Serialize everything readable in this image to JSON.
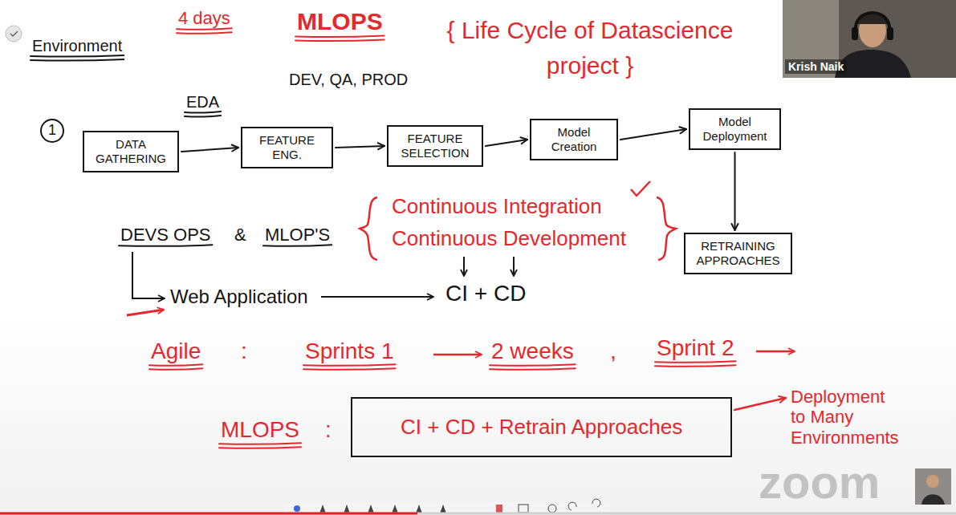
{
  "diagram": {
    "title": "MLOPS",
    "nodes": [
      {
        "text": [
          "1"
        ]
      },
      {
        "text": [
          "DATA GATHERING"
        ]
      },
      {
        "text": [
          "FEATURE ENG."
        ]
      },
      {
        "text": [
          "FEATURE SELECTION"
        ]
      },
      {
        "text": [
          "Model Creation"
        ]
      },
      {
        "text": [
          "Model Deployment"
        ]
      },
      {
        "text": [
          "RETRAINING APPROACHES"
        ]
      },
      {
        "text": [
          "CI + CD + Retrain Approaches"
        ]
      }
    ],
    "edges": [
      {
        "from": 1,
        "to": 2,
        "arrow": "to"
      },
      {
        "from": 2,
        "to": 3,
        "arrow": "to"
      },
      {
        "from": 3,
        "to": 4,
        "arrow": "to"
      },
      {
        "from": 4,
        "to": 5,
        "arrow": "to"
      },
      {
        "from": 5,
        "to": 6,
        "arrow": "to"
      }
    ],
    "labels": [
      "Environment",
      "4 days",
      "{ Life Cycle of Datascience project }",
      "DEV, QA, PROD",
      "EDA",
      "DEVS OPS",
      "&",
      "MLOP'S",
      "Continuous Integration",
      "Continuous Development",
      "Web Application",
      "CI + CD",
      "Agile",
      ":",
      "Sprints 1",
      "2 weeks",
      ",",
      "Sprint 2",
      "MLOPS",
      ":",
      "Deployment to Many Environments",
      "Krish Naik",
      "zoom"
    ]
  }
}
